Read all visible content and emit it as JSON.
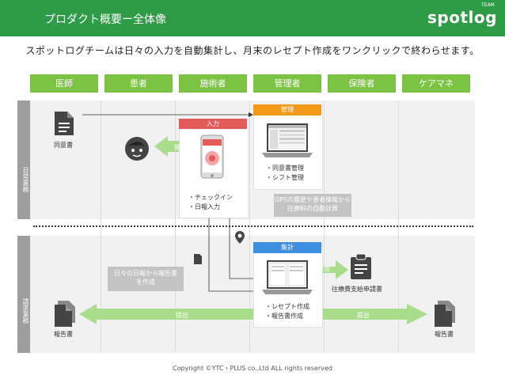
{
  "header": {
    "title": "プロダクト概要ー全体像",
    "logo": "spotlog",
    "logo_sub": "TEAM"
  },
  "subtitle": "スポットログチームは日々の入力を自動集計し、月末のレセプト作成をワンクリックで終わらせます。",
  "roles": [
    "医師",
    "患者",
    "施術者",
    "管理者",
    "保険者",
    "ケアマネ"
  ],
  "lanes": {
    "daily": "日常業務",
    "billing": "請求業務"
  },
  "boxes": {
    "input": "入力",
    "manage": "管理",
    "aggregate": "集計"
  },
  "labels": {
    "consent": "同意書",
    "treatment": "施術",
    "check_in": "・チェックイン",
    "daily_report_input": "・日報入力",
    "consent_mgmt": "・同意書管理",
    "shift_mgmt": "・シフト管理",
    "gps_note_1": "GPSの履歴や患者情報から",
    "gps_note_2": "往療料の自動計算",
    "report_note_1": "日々の日報から報告書",
    "report_note_2": "を作成",
    "submit_1": "提出",
    "submit_2": "提出",
    "submit_3": "提出",
    "receipt_create": "・レセプト作成",
    "report_create": "・報告書作成",
    "claim_form": "往療費支給申請書",
    "report_left": "報告書",
    "report_right": "報告書"
  },
  "copyright": "Copyright ©YTC・PLUS co.,Ltd ALL rights reserved",
  "colors": {
    "brand_green": "#2e9b47",
    "role_green": "#7cc243",
    "arrow_green": "#a9dc8b",
    "input_red": "#e25a5a",
    "manage_orange": "#f39a1b",
    "aggregate_blue": "#3f8fe0"
  }
}
